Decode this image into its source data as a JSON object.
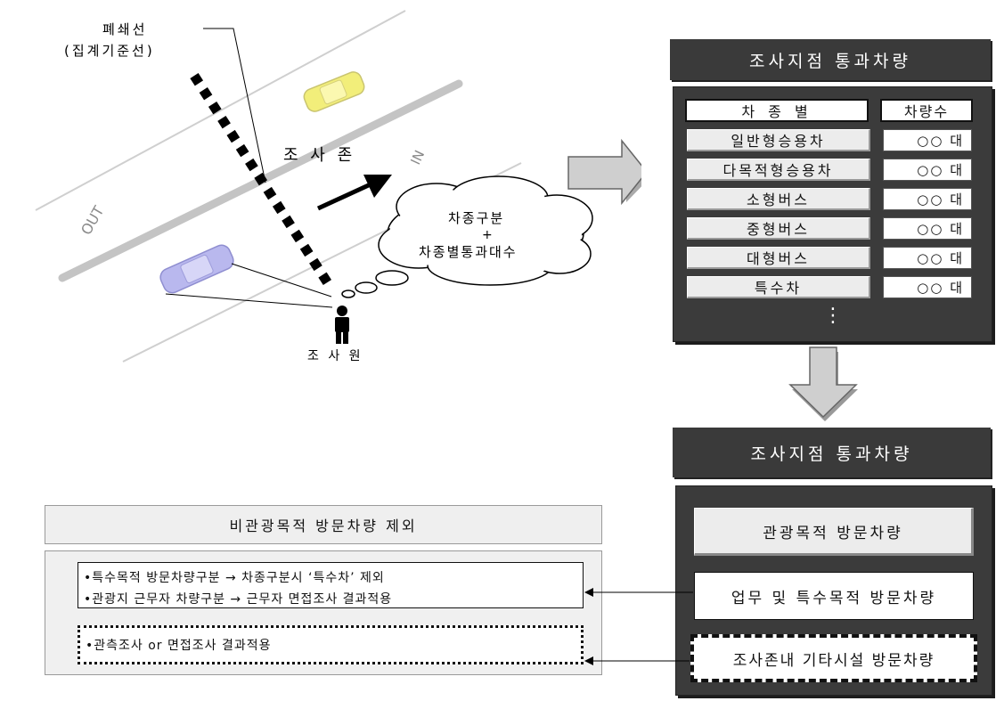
{
  "scene": {
    "cutoff_line_label": "폐쇄선",
    "cutoff_line_sub": "(집계기준선)",
    "zone_label": "조 사 존",
    "in_label": "IN",
    "out_label": "OUT",
    "cloud_line1": "차종구분",
    "cloud_line2": "+",
    "cloud_line3": "차종별통과대수",
    "surveyor_label": "조 사 원"
  },
  "count_panel": {
    "title": "조사지점 통과차량",
    "col_type": "차 종 별",
    "col_count": "차량수",
    "rows": [
      {
        "type": "일반형승용차",
        "count": "○○ 대"
      },
      {
        "type": "다목적형승용차",
        "count": "○○ 대"
      },
      {
        "type": "소형버스",
        "count": "○○ 대"
      },
      {
        "type": "중형버스",
        "count": "○○ 대"
      },
      {
        "type": "대형버스",
        "count": "○○ 대"
      },
      {
        "type": "특수차",
        "count": "○○ 대"
      }
    ],
    "ellipsis": "⋮"
  },
  "category_panel": {
    "title": "조사지점 통과차량",
    "items": [
      "관광목적 방문차량",
      "업무 및 특수목적 방문차량",
      "조사존내 기타시설 방문차량"
    ]
  },
  "exclusion_panel": {
    "title": "비관광목적 방문차량 제외",
    "box1_lines": [
      "•특수목적 방문차량구분   → 차종구분시 ‘특수차’ 제외",
      "•관광지 근무자 차량구분  → 근무자 면접조사 결과적용"
    ],
    "box2_line": "•관측조사 or 면접조사 결과적용"
  },
  "colors": {
    "dark_panel": "#3a3a3a",
    "yellow_car": "#f2ee7a",
    "blue_car": "#b9b8ee",
    "arrow_gray": "#c8c8c8"
  }
}
